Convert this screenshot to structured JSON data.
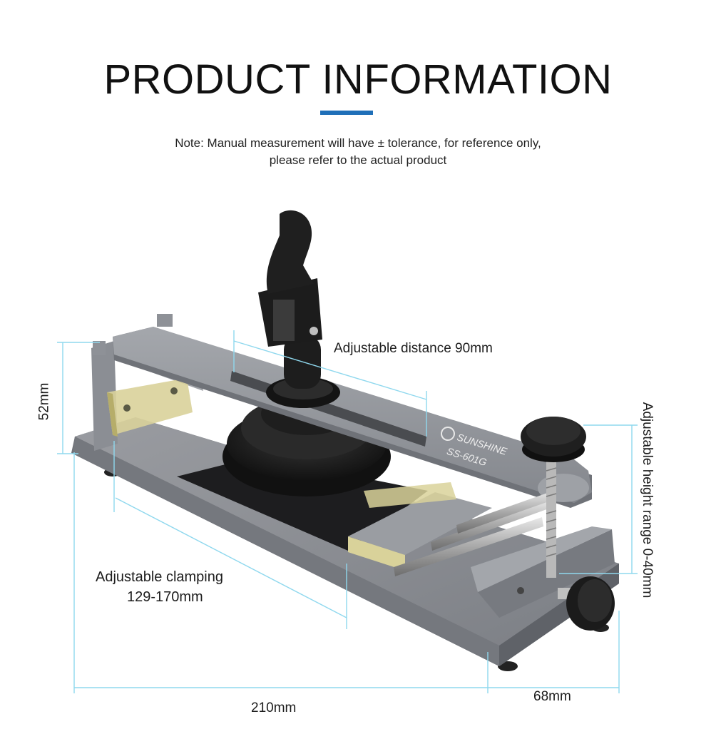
{
  "header": {
    "title": "PRODUCT INFORMATION",
    "note_line1": "Note: Manual measurement will have ± tolerance, for reference only,",
    "note_line2": "please refer to the actual product"
  },
  "colors": {
    "accent_bar": "#1f6fb8",
    "dimension_line": "#8fd8ee",
    "metal_gray": "#8d9096",
    "knob_black": "#1b1b1b",
    "clamp_pad_yellow": "#d9d29a"
  },
  "product": {
    "brand": "SUNSHINE",
    "model": "SS-601G"
  },
  "dimensions": {
    "height": "52mm",
    "adjustable_distance": "Adjustable distance 90mm",
    "adjustable_height": "Adjustable height range 0-40mm",
    "clamping_line1": "Adjustable clamping",
    "clamping_line2": "129-170mm",
    "length": "210mm",
    "width": "68mm"
  }
}
